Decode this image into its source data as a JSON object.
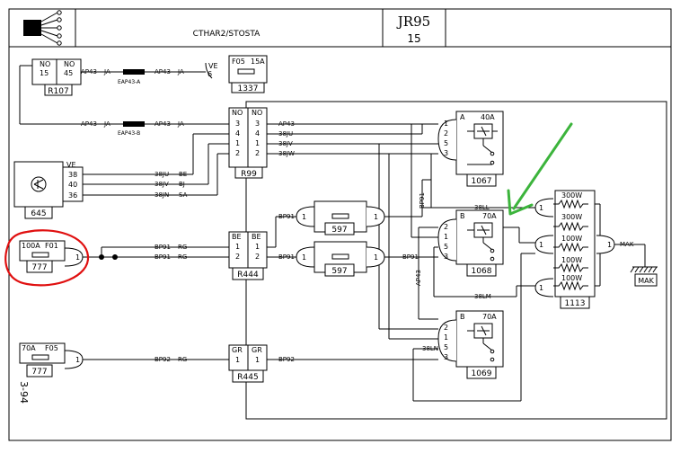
{
  "header": {
    "subtitle": "CTHAR2/STOSTA",
    "code": "JR95",
    "page": "15"
  },
  "side_ref": "3-94",
  "grounds": [
    "MAK"
  ],
  "components": [
    {
      "id": "R107",
      "pins": [
        "NO",
        "NO",
        "15",
        "45"
      ]
    },
    {
      "id": "1337",
      "label": "F05",
      "rating": "15A",
      "pin_in": "VE",
      "pin_no": "6"
    },
    {
      "id": "R99",
      "pins": [
        "NO",
        "NO",
        "3",
        "3",
        "4",
        "4",
        "1",
        "1",
        "2",
        "2"
      ]
    },
    {
      "id": "645",
      "pin_color": "VE",
      "pins": [
        "38",
        "40",
        "36"
      ]
    },
    {
      "id": "777",
      "label": "F01",
      "rating": "100A",
      "pin_no": "1"
    },
    {
      "id": "R444",
      "pins": [
        "BE",
        "BE",
        "1",
        "1",
        "2",
        "2"
      ]
    },
    {
      "id": "597",
      "pins": [
        "1",
        "1"
      ]
    },
    {
      "id": "597",
      "pins": [
        "1",
        "1"
      ]
    },
    {
      "id": "777",
      "label": "F05",
      "rating": "70A",
      "pin_no": "1"
    },
    {
      "id": "R445",
      "pins": [
        "GR",
        "GR",
        "1",
        "1"
      ]
    },
    {
      "id": "1067",
      "type": "A",
      "rating": "40A",
      "pins": [
        "1",
        "2",
        "5",
        "3"
      ]
    },
    {
      "id": "1068",
      "type": "B",
      "rating": "70A",
      "pins": [
        "2",
        "1",
        "5",
        "3"
      ]
    },
    {
      "id": "1069",
      "type": "B",
      "rating": "70A",
      "pins": [
        "2",
        "1",
        "5",
        "3"
      ]
    },
    {
      "id": "1113",
      "resistors": [
        "300W",
        "300W",
        "100W",
        "100W",
        "100W"
      ],
      "pins": [
        "1",
        "1",
        "1",
        "1"
      ]
    }
  ],
  "wire_labels": [
    "AP43",
    "JA",
    "AP43",
    "JA",
    "EAP43-A",
    "AP43",
    "JA",
    "AP43",
    "JA",
    "EAP43-B",
    "AP43",
    "38JU",
    "38JV",
    "38JW",
    "38JU",
    "BE",
    "38JV",
    "BJ",
    "38JN",
    "SA",
    "BP91",
    "RG",
    "BP91",
    "RG",
    "BP91",
    "BP91",
    "BP91",
    "BP91",
    "AP43",
    "38LL",
    "38LM",
    "38LN",
    "BP92",
    "RG",
    "BP92",
    "MAK"
  ]
}
